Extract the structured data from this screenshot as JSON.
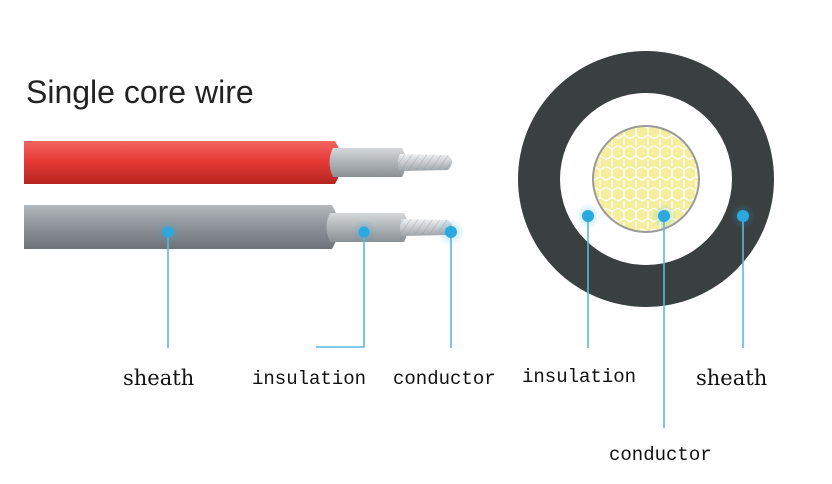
{
  "title": "Single core wire",
  "labels": {
    "sheath_left": "sheath",
    "insulation_left": "insulation",
    "conductor_left": "conductor",
    "insulation_right": "insulation",
    "sheath_right": "sheath",
    "conductor_right": "conductor"
  },
  "colors": {
    "red_sheath": "#e63a36",
    "grey_sheath": "#8f959a",
    "insulation_grey": "#b9bec2",
    "conductor_silver": "#d6d9dc",
    "outer_ring": "#3a3f3f",
    "core_yellow": "#f3ec9a",
    "marker_blue": "#2aa9e0",
    "leader_blue": "#5ab8e6"
  }
}
